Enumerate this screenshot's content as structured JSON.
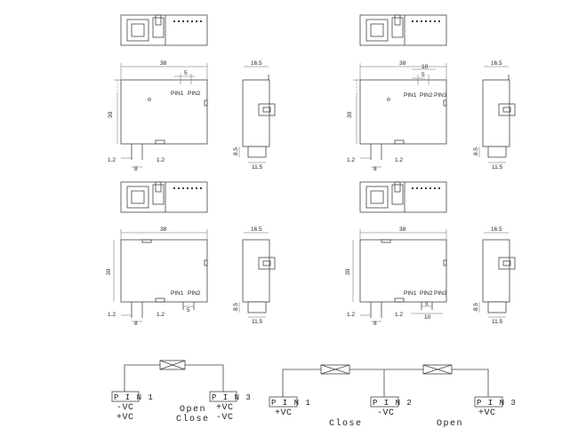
{
  "dims": {
    "length": "38",
    "height": "30",
    "depth": "16.5",
    "pin_depth": "8.5",
    "base_width": "11.5",
    "pin_edge": "1.2",
    "pin_pitch": "8",
    "pin_spacing_5": "5",
    "pin_spacing_10": "10"
  },
  "pins": {
    "pin1": "PIN1",
    "pin2": "PIN2",
    "pin3": "PIN3",
    "pin1_spaced": "P I N 1",
    "pin2_spaced": "P I N 2",
    "pin3_spaced": "P I N 3"
  },
  "schematic_a": {
    "pin1_vc_line1": "-VC",
    "pin1_vc_line2": "+VC",
    "state_line1": "Open",
    "state_line2": "Close",
    "pin3_vc_line1": "+VC",
    "pin3_vc_line2": "-VC"
  },
  "schematic_b": {
    "pin1_vc": "+VC",
    "pin2_vc": "-VC",
    "pin3_vc": "+VC",
    "state_left": "Close",
    "state_right": "Open"
  }
}
